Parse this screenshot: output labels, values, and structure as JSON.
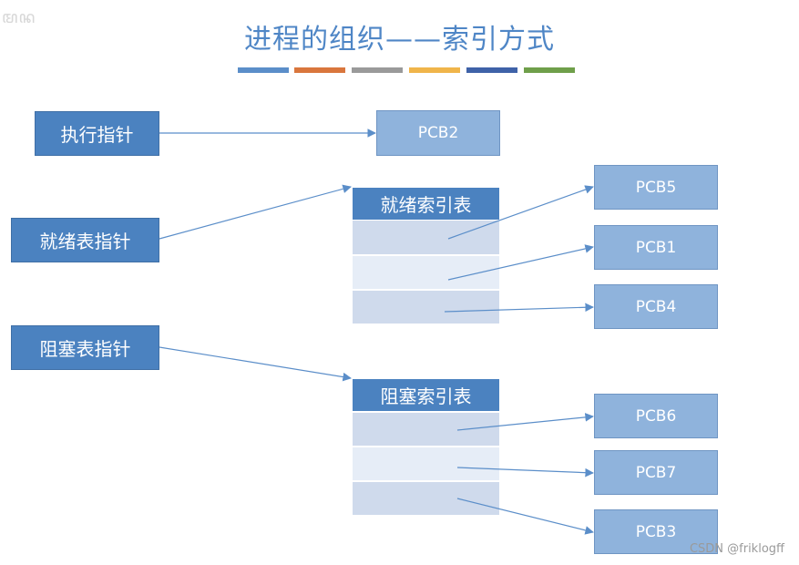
{
  "title": "进程的组织——索引方式",
  "colors": {
    "bar1": "#5b8ec9",
    "bar2": "#d9763d",
    "bar3": "#9a9a9a",
    "bar4": "#f0b54a",
    "bar5": "#3f62a8",
    "bar6": "#6f9f4a",
    "arrow": "#5b8ec9"
  },
  "pointers": {
    "exec": "执行指针",
    "ready": "就绪表指针",
    "blocked": "阻塞表指针"
  },
  "tables": {
    "ready": "就绪索引表",
    "blocked": "阻塞索引表"
  },
  "pcbs": {
    "p2": "PCB2",
    "p5": "PCB5",
    "p1": "PCB1",
    "p4": "PCB4",
    "p6": "PCB6",
    "p7": "PCB7",
    "p3": "PCB3"
  },
  "footer": {
    "credit": "CSDN @friklogff"
  }
}
